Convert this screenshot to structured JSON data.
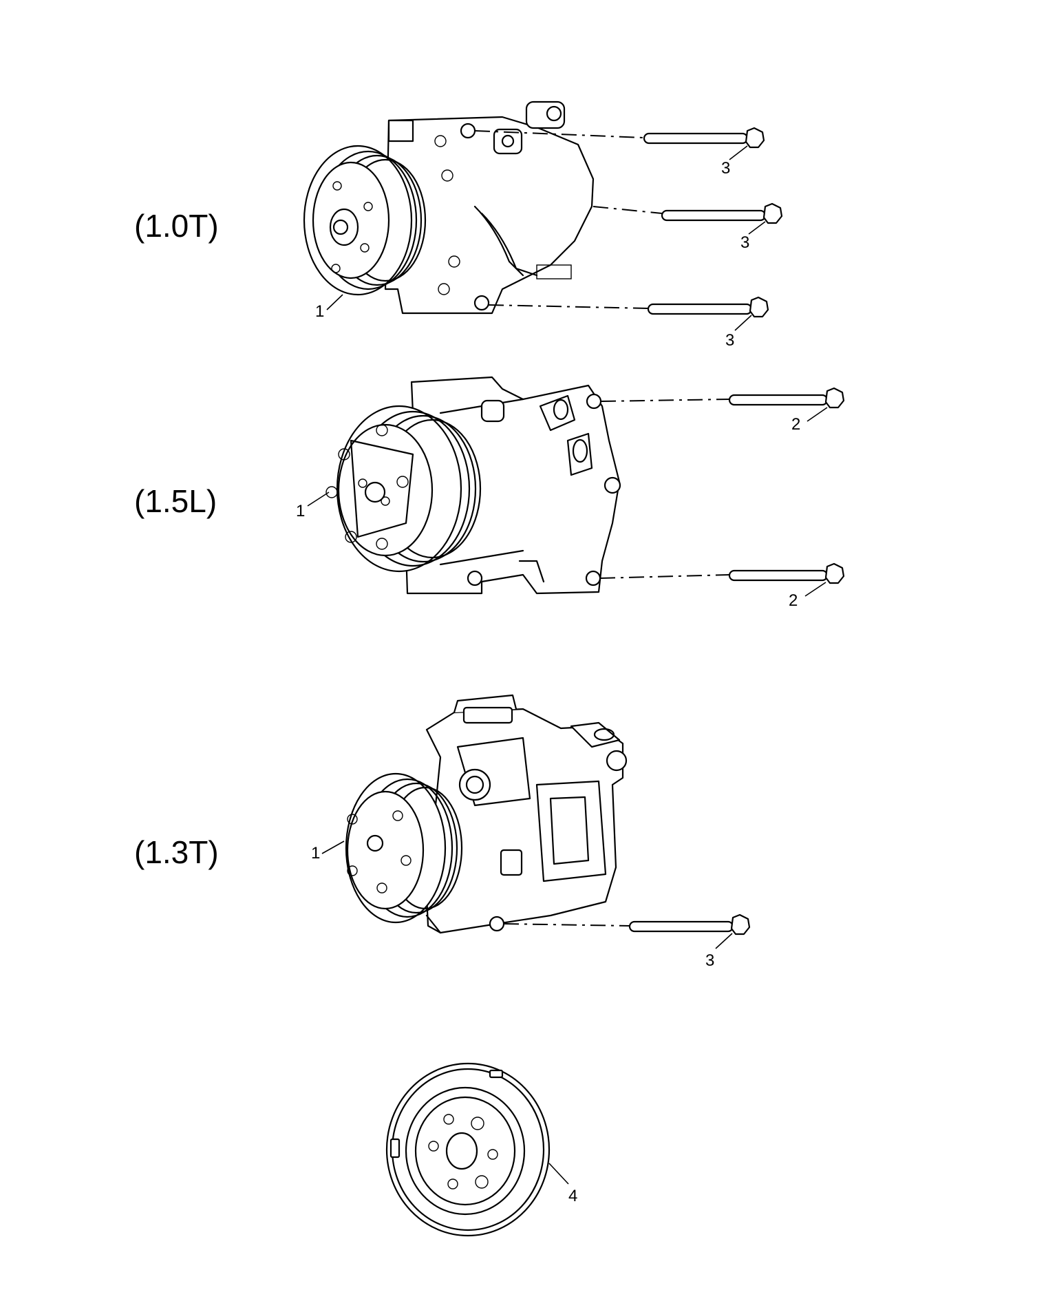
{
  "groups": [
    {
      "engine_label": "(1.0T)",
      "part_callout": "1",
      "bolt_callouts": [
        "3",
        "3",
        "3"
      ]
    },
    {
      "engine_label": "(1.5L)",
      "part_callout": "1",
      "bolt_callouts": [
        "2",
        "2"
      ]
    },
    {
      "engine_label": "(1.3T)",
      "part_callout": "1",
      "bolt_callouts": [
        "3"
      ]
    }
  ],
  "clutch_plate": {
    "callout": "4"
  }
}
